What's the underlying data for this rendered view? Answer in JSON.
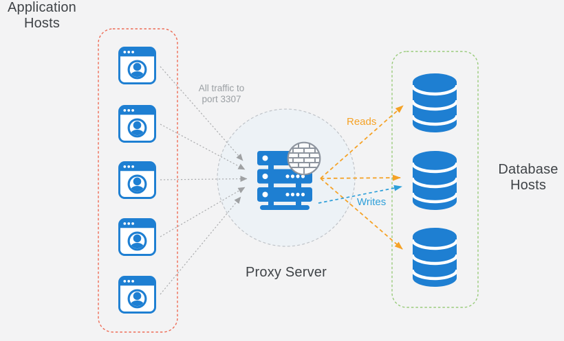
{
  "app_hosts": {
    "label": "Application\nHosts",
    "count": 5,
    "icon": "browser-window-user-icon",
    "boundary_color": "#ee6b55"
  },
  "proxy": {
    "label": "Proxy Server",
    "traffic_note": "All traffic to\nport 3307",
    "icon": "server-rack-icon",
    "badge_icon": "firewall-bricks-icon"
  },
  "db_hosts": {
    "label": "Database\nHosts",
    "count": 3,
    "icon": "database-cylinder-icon",
    "boundary_color": "#99cb7b"
  },
  "flows": {
    "reads_label": "Reads",
    "writes_label": "Writes"
  },
  "colors": {
    "bg": "#f3f3f4",
    "icon-blue": "#1e7fd2",
    "reads-orange": "#f5a226",
    "writes-blue": "#2d9fd9",
    "arrow-gray": "#aaabad",
    "arrowhead-gray": "#9fa1a3",
    "app-border-red": "#ee6b55",
    "db-border-green": "#99cb7b",
    "zone-fill": "#edf2f6",
    "zone-stroke": "#bfc3c8",
    "label-dark": "#3f4347",
    "note-gray": "#9a9fa3",
    "firewall-gray": "#8d949e"
  }
}
